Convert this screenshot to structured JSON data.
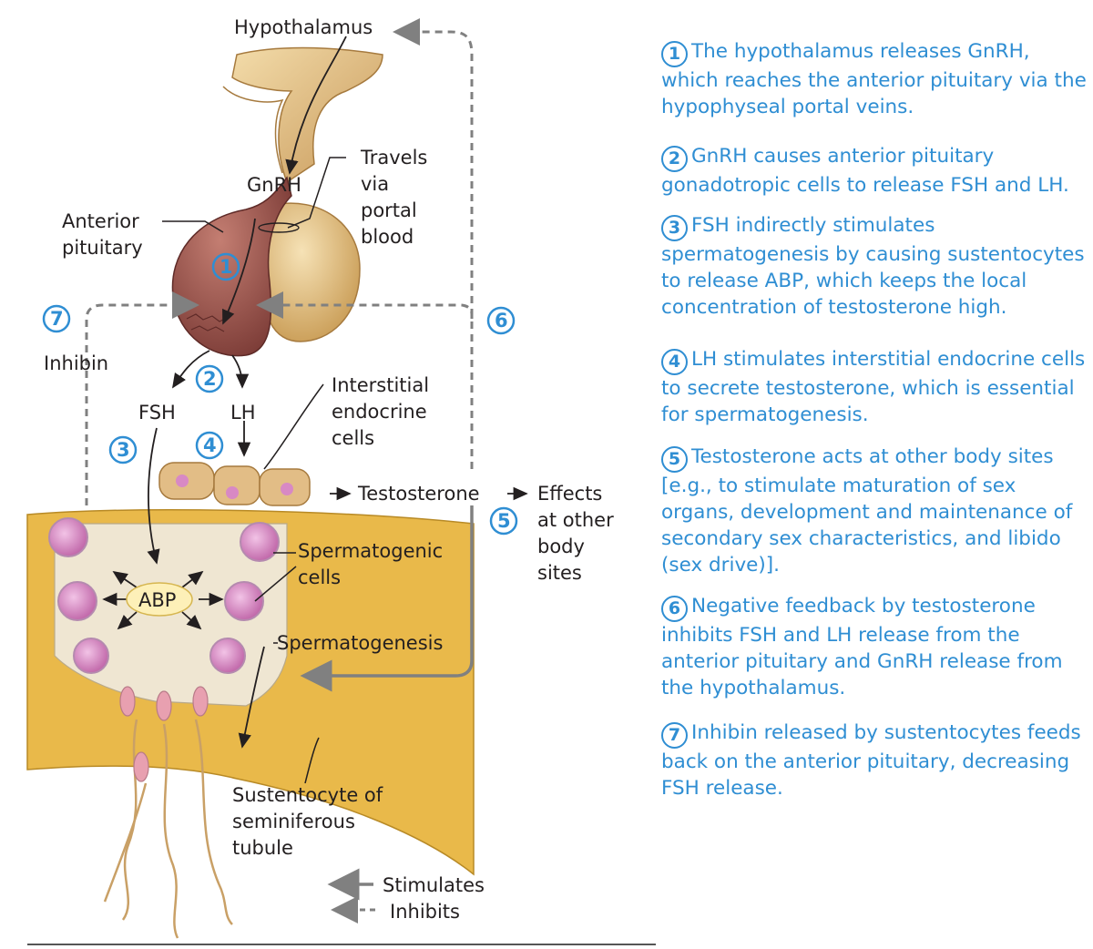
{
  "labels": {
    "hypothalamus": "Hypothalamus",
    "travels_1": "Travels",
    "travels_2": "via",
    "travels_3": "portal",
    "travels_4": "blood",
    "gnrh": "GnRH",
    "anterior_pituitary_1": "Anterior",
    "anterior_pituitary_2": "pituitary",
    "inhibin": "Inhibin",
    "fsh": "FSH",
    "lh": "LH",
    "interstitial_1": "Interstitial",
    "interstitial_2": "endocrine",
    "interstitial_3": "cells",
    "testosterone": "Testosterone",
    "effects_1": "Effects",
    "effects_2": "at other",
    "effects_3": "body",
    "effects_4": "sites",
    "spermatogenic_1": "Spermatogenic",
    "spermatogenic_2": "cells",
    "abp": "ABP",
    "spermatogenesis": "Spermatogenesis",
    "sustentocyte_1": "Sustentocyte of",
    "sustentocyte_2": "seminiferous",
    "sustentocyte_3": "tubule"
  },
  "step_markers": [
    "1",
    "2",
    "3",
    "4",
    "5",
    "6",
    "7"
  ],
  "legend": {
    "stimulates": "Stimulates",
    "inhibits": "Inhibits"
  },
  "steps": [
    {
      "num": "1",
      "text": "The hypothalamus releases GnRH, which reaches the anterior pituitary via the hypophyseal portal veins."
    },
    {
      "num": "2",
      "text": "GnRH causes anterior pituitary gonadotropic cells to release FSH and LH."
    },
    {
      "num": "3",
      "text": "FSH indirectly stimulates spermatogenesis by causing sustentocytes to release ABP, which keeps the local concentration of testosterone high."
    },
    {
      "num": "4",
      "text": "LH stimulates interstitial endocrine cells to secrete testosterone, which is essential for spermatogenesis."
    },
    {
      "num": "5",
      "text": "Testosterone acts at other body sites [e.g., to stimulate maturation of sex organs, development and maintenance of secondary sex characteristics, and libido (sex drive)]."
    },
    {
      "num": "6",
      "text": "Negative feedback by testosterone inhibits FSH and LH release from the anterior pituitary and GnRH release from the hypothalamus."
    },
    {
      "num": "7",
      "text": "Inhibin released by sustentocytes feeds back on the anterior pituitary, decreasing FSH release."
    }
  ],
  "colors": {
    "accent_blue": "#2f8ed3",
    "tubule_yellow": "#e9b94a",
    "pituitary_anterior": "#a0584f",
    "pituitary_posterior": "#e6c58a",
    "cell_pink": "#d889c4",
    "arrow_gray": "#808080"
  }
}
